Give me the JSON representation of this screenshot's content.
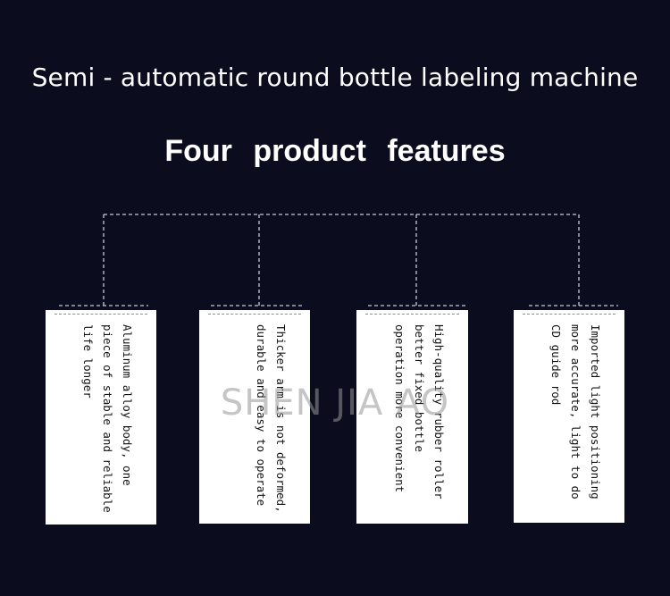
{
  "headline": "Semi - automatic round bottle labeling machine",
  "subhead": "Four  product  features",
  "watermark": "SHEN JIA AO",
  "features": [
    {
      "text": "Aluminum alloy body, one piece of stable and reliable life longer"
    },
    {
      "text": "Thicker arm is not deformed, durable and easy to operate"
    },
    {
      "text": "High-quality rubber roller better fixed bottle operation more convenient"
    },
    {
      "text": "Imported light positioning more accurate, light to do CD guide rod"
    }
  ],
  "colors": {
    "background": "#0b0c1e",
    "card": "#ffffff",
    "connector": "#c8c8d4"
  }
}
